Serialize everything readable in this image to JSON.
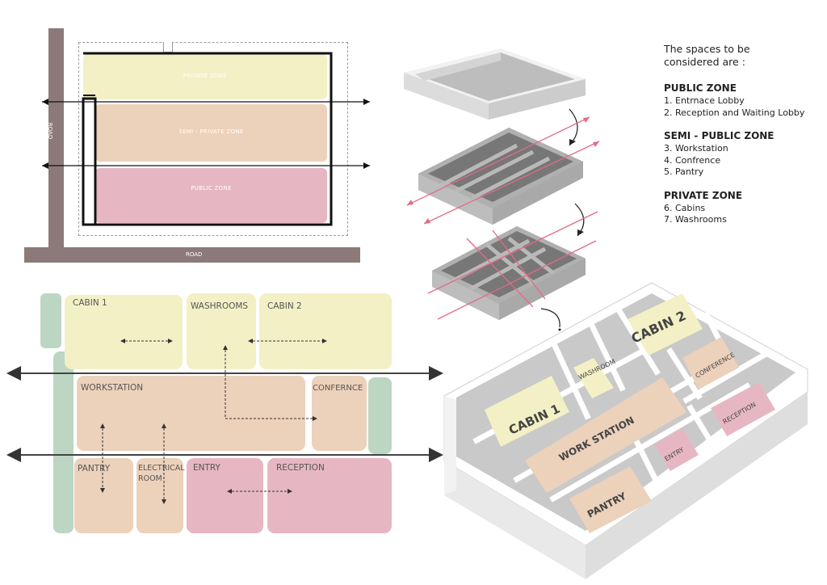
{
  "site_plan": {
    "zones": [
      "PRIVATE ZONE",
      "SEMI - PRIVATE ZONE",
      "PUBLIC ZONE"
    ],
    "road_labels": [
      "ROAD",
      "ROAD"
    ]
  },
  "bubble_diagram": {
    "rooms": [
      "CABIN 1",
      "WASHROOMS",
      "CABIN 2",
      "WORKSTATION",
      "CONFERNCE",
      "PANTRY",
      "ELECTRICAL ROOM",
      "ENTRY",
      "RECEPTION"
    ]
  },
  "iso_plan": {
    "rooms": [
      "CABIN 2",
      "WASHROOM",
      "CONFERENCE",
      "CABIN 1",
      "WORK STATION",
      "RECEPTION",
      "ENTRY",
      "PANTRY"
    ]
  },
  "legend": {
    "intro": "The spaces to be considered are :",
    "sections": [
      {
        "title": "PUBLIC ZONE",
        "items": [
          "1. Entrnace Lobby",
          "2. Reception and Waiting Lobby"
        ]
      },
      {
        "title": "SEMI - PUBLIC ZONE",
        "items": [
          "3. Workstation",
          "4. Confrence",
          "5. Pantry"
        ]
      },
      {
        "title": "PRIVATE ZONE",
        "items": [
          "6. Cabins",
          "7. Washrooms"
        ]
      }
    ]
  },
  "colors": {
    "private": "#f3f0c6",
    "semi_private": "#ecd1bb",
    "public": "#e6b7c3",
    "road": "#8c7a7a",
    "buffer": "#bcd6c3"
  }
}
